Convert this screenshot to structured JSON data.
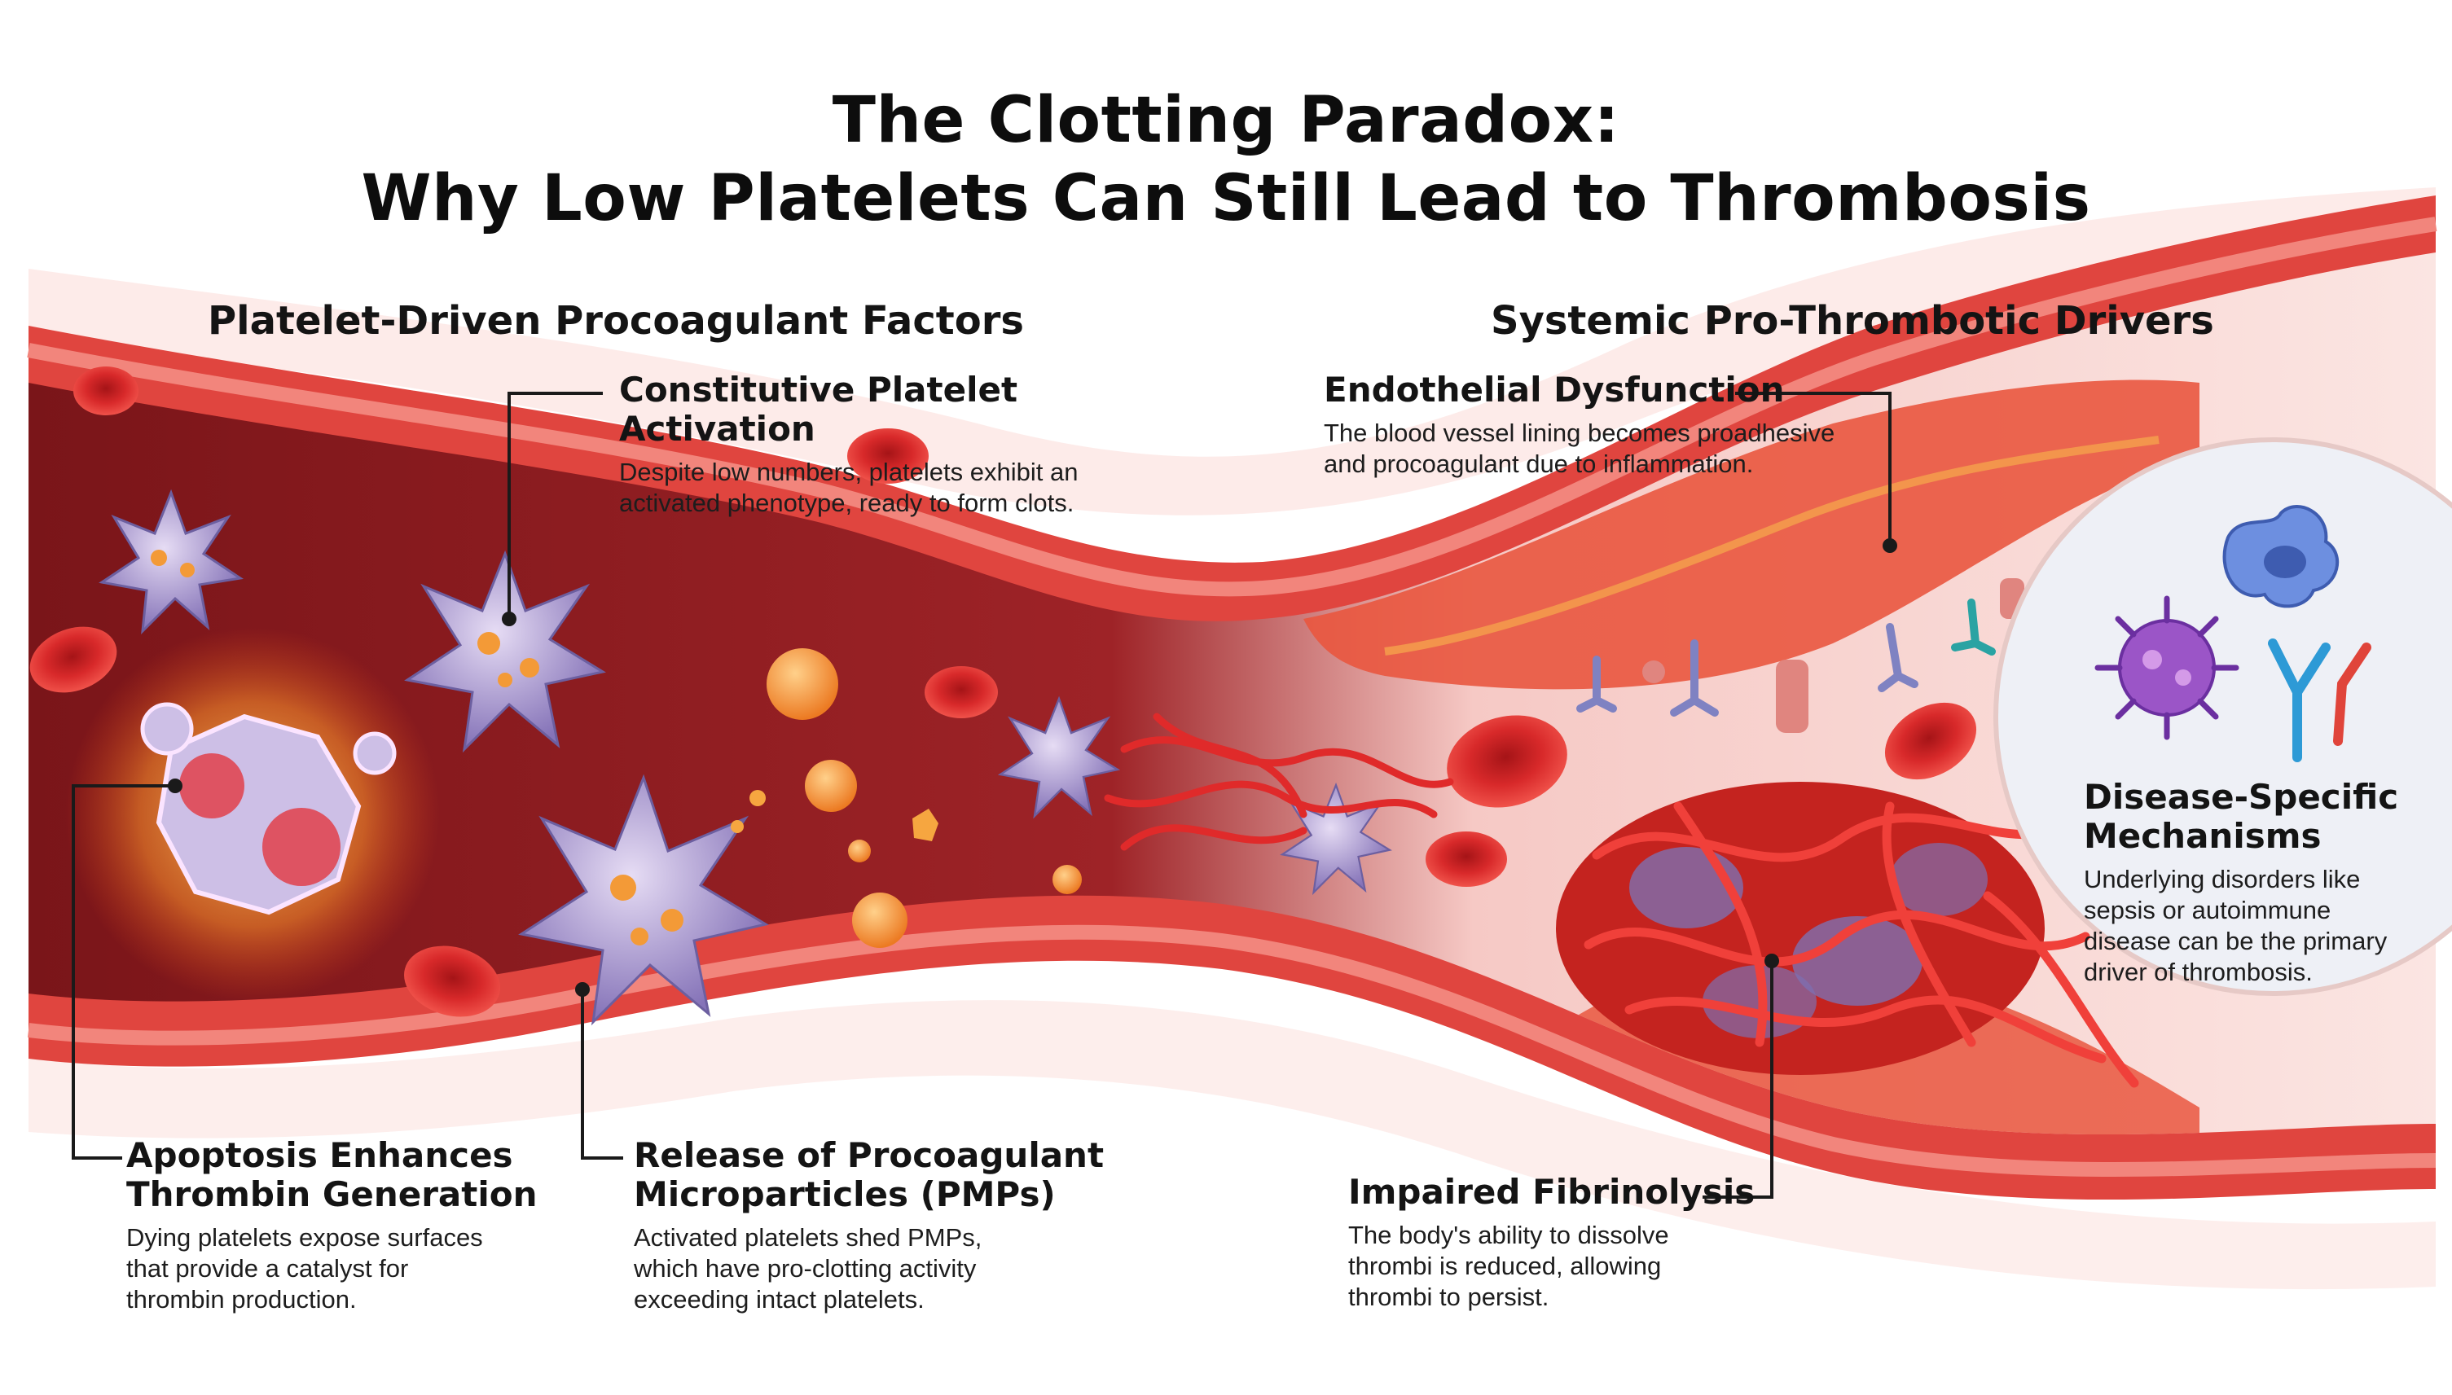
{
  "title": {
    "line1": "The Clotting Paradox:",
    "line2": "Why Low Platelets Can Still Lead to Thrombosis"
  },
  "sections": {
    "left_heading": "Platelet-Driven Procoagulant Factors",
    "right_heading": "Systemic Pro-Thrombotic Drivers"
  },
  "callouts": {
    "constitutive": {
      "heading": "Constitutive Platelet Activation",
      "body_line1": "Despite low numbers, platelets exhibit an",
      "body_line2": "activated phenotype, ready to form clots."
    },
    "apoptosis": {
      "heading_line1": "Apoptosis Enhances",
      "heading_line2": "Thrombin Generation",
      "body_line1": "Dying platelets expose surfaces",
      "body_line2": "that provide a catalyst for",
      "body_line3": "thrombin production."
    },
    "pmps": {
      "heading_line1": "Release of Procoagulant",
      "heading_line2": "Microparticles (PMPs)",
      "body_line1": "Activated platelets shed PMPs,",
      "body_line2": "which have pro-clotting activity",
      "body_line3": "exceeding intact platelets."
    },
    "endothelial": {
      "heading": "Endothelial Dysfunction",
      "body_line1": "The blood vessel lining becomes proadhesive",
      "body_line2": "and procoagulant due to inflammation."
    },
    "fibrinolysis": {
      "heading": "Impaired Fibrinolysis",
      "body_line1": "The body's ability to dissolve",
      "body_line2": "thrombi is reduced, allowing",
      "body_line3": "thrombi to persist."
    },
    "disease": {
      "heading_line1": "Disease-Specific",
      "heading_line2": "Mechanisms",
      "body_line1": "Underlying disorders like",
      "body_line2": "sepsis or autoimmune",
      "body_line3": "disease can be the primary",
      "body_line4": "driver of thrombosis."
    }
  },
  "colors": {
    "vessel_wall": "#e0453f",
    "vessel_lumen": "#8e1d22",
    "red_cell": "#d8292a",
    "platelet": "#9c8fc4",
    "microparticle": "#f39a37",
    "leader_line": "#1a1a1a",
    "inset_background": "#eef0f6"
  }
}
